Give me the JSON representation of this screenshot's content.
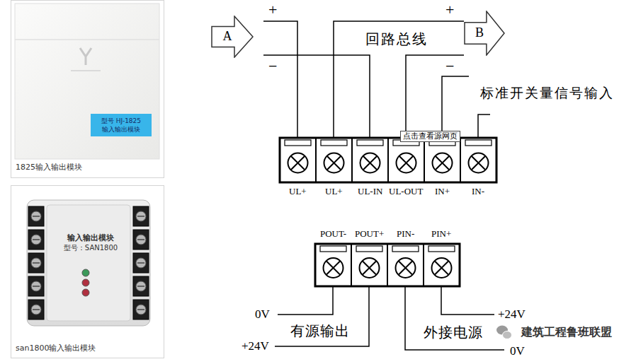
{
  "diagram": {
    "nodes": [
      {
        "text": [
          "1825输入输出模块"
        ]
      },
      {
        "text": [
          "型号 HJ-1825 输入输出模块"
        ],
        "in": 0
      },
      {
        "text": [
          "san1800输入输出模块"
        ]
      },
      {
        "text": [
          "输入输出模块",
          "型号：SAN1800"
        ],
        "in": 2
      },
      {
        "text": [
          "A"
        ]
      },
      {
        "text": [
          "B"
        ]
      },
      {
        "text": [
          "点击查看源网页"
        ]
      }
    ],
    "labels": [
      "+",
      "−",
      "+",
      "−",
      "回路总线",
      "标准开关量信号输入",
      "UL+",
      "UL+",
      "UL-IN",
      "UL-OUT",
      "IN+",
      "IN-",
      "POUT-",
      "POUT+",
      "PIN-",
      "PIN+",
      "0V",
      "+24V",
      "有源输出",
      "外接电源",
      "+24V",
      "0V",
      "建筑工程鲁班联盟"
    ]
  }
}
